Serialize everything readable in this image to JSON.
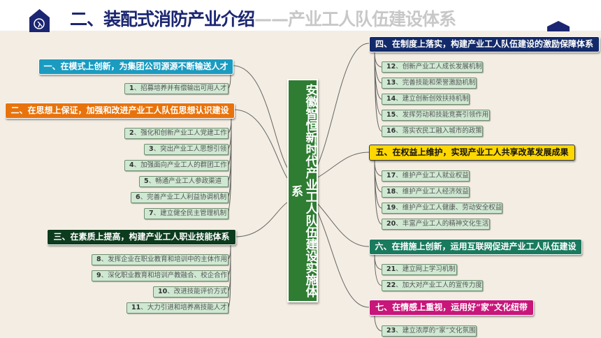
{
  "header": {
    "title_main": "二、装配式消防产业介绍",
    "title_sub": "——产业工人队伍建设体系"
  },
  "center": "安徽智恒新时代产业工人队伍建设实施体系",
  "branches": [
    {
      "label": "一、在模式上创新，为集团公司源源不断输送人才",
      "color": "#1b9bc0",
      "items": [
        {
          "n": "1",
          "t": "、招募培养并有偿输出可用人才"
        }
      ]
    },
    {
      "label": "二、在思想上保证，加强和改进产业工人队伍思想认识建设",
      "color": "#e8730c",
      "items": [
        {
          "n": "2",
          "t": "、强化和创新产业工人党建工作"
        },
        {
          "n": "3",
          "t": "、突出产业工人思想引领"
        },
        {
          "n": "4",
          "t": "、加强面向产业工人的群团工作"
        },
        {
          "n": "5",
          "t": "、畅通产业工人参政渠道"
        },
        {
          "n": "6",
          "t": "、完善产业工人利益协调机制"
        },
        {
          "n": "7",
          "t": "、建立健全民主管理机制"
        }
      ]
    },
    {
      "label": "三、在素质上提高，构建产业工人职业技能体系",
      "color": "#0d3b1e",
      "items": [
        {
          "n": "8",
          "t": "、发挥企业在职业教育和培训中的主体作用"
        },
        {
          "n": "9",
          "t": "、深化职业教育和培训产教融合、校企合作"
        },
        {
          "n": "10",
          "t": "、改进技能评价方式"
        },
        {
          "n": "11",
          "t": "、大力引进和培养高技能人才"
        }
      ]
    },
    {
      "label": "四、在制度上落实，构建产业工人队伍建设的激励保障体系",
      "color": "#132a6a",
      "items": [
        {
          "n": "12",
          "t": "、创新产业工人成长发展机制"
        },
        {
          "n": "13",
          "t": "、完善技能和荣誉激励机制"
        },
        {
          "n": "14",
          "t": "、建立创新创效扶持机制"
        },
        {
          "n": "15",
          "t": "、发挥劳动和技能竞赛引领作用"
        },
        {
          "n": "16",
          "t": "、落实农民工融入城市的政策"
        }
      ]
    },
    {
      "label": "五、在权益上维护，实现产业工人共享改革发展成果",
      "color": "#ffd700",
      "items": [
        {
          "n": "17",
          "t": "、维护产业工人就业权益"
        },
        {
          "n": "18",
          "t": "、维护产业工人经济效益"
        },
        {
          "n": "19",
          "t": "、维护产业工人健康、劳动安全权益"
        },
        {
          "n": "20",
          "t": "、丰富产业工人的精神文化生活"
        }
      ]
    },
    {
      "label": "六、在措施上创新，运用互联网促进产业工人队伍建设",
      "color": "#1a7a5e",
      "items": [
        {
          "n": "21",
          "t": "、建立网上学习机制"
        },
        {
          "n": "22",
          "t": "、加大对产业工人的宣传力度"
        }
      ]
    },
    {
      "label": "七、在情感上重视，运用好“家”文化纽带",
      "color": "#c8167a",
      "items": [
        {
          "n": "23",
          "t": "、建立浓厚的“家”文化氛围"
        }
      ]
    }
  ]
}
